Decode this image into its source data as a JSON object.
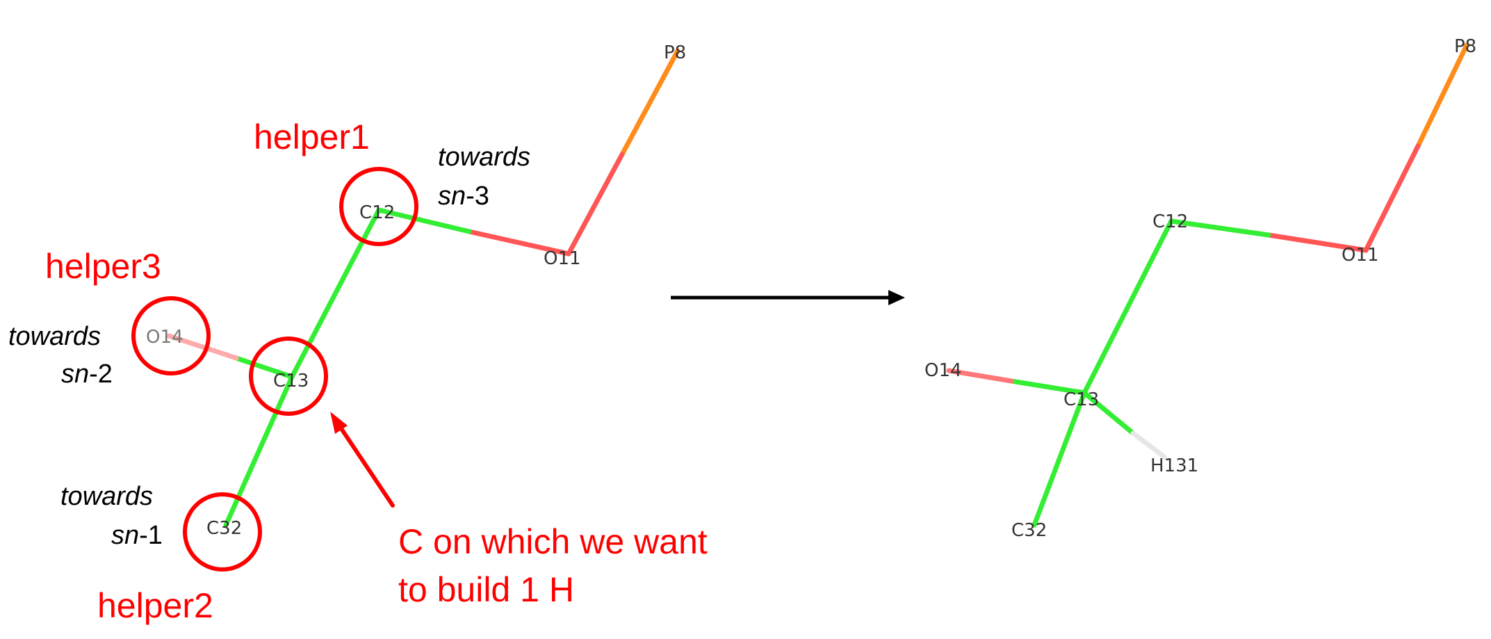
{
  "colors": {
    "carbon_bond": "#33ee33",
    "oxygen_bond": "#ff5555",
    "phosphorus_bond": "#ff8c1a",
    "hydrogen_bond": "#e6e6e6",
    "annotation": "#ff0000",
    "arrow": "#000000"
  },
  "left_molecule": {
    "atoms": {
      "P8": "P8",
      "O11": "O11",
      "C12": "C12",
      "C13": "C13",
      "O14": "O14",
      "C32": "C32"
    },
    "helpers": {
      "helper1": "helper1",
      "helper2": "helper2",
      "helper3": "helper3"
    },
    "directions": {
      "sn3": {
        "towards": "towards",
        "sn": "sn",
        "num": "-3"
      },
      "sn2": {
        "towards": "towards",
        "sn": "sn",
        "num": "-2"
      },
      "sn1": {
        "towards": "towards",
        "sn": "sn",
        "num": "-1"
      }
    },
    "target_note": {
      "line1": "C on which we want",
      "line2": "to build 1 H"
    }
  },
  "right_molecule": {
    "atoms": {
      "P8": "P8",
      "O11": "O11",
      "C12": "C12",
      "C13": "C13",
      "O14": "O14",
      "C32": "C32",
      "H131": "H131"
    }
  },
  "icons": {
    "arrow": "right-arrow-icon",
    "annotation_arrow": "pointer-arrow-icon"
  }
}
